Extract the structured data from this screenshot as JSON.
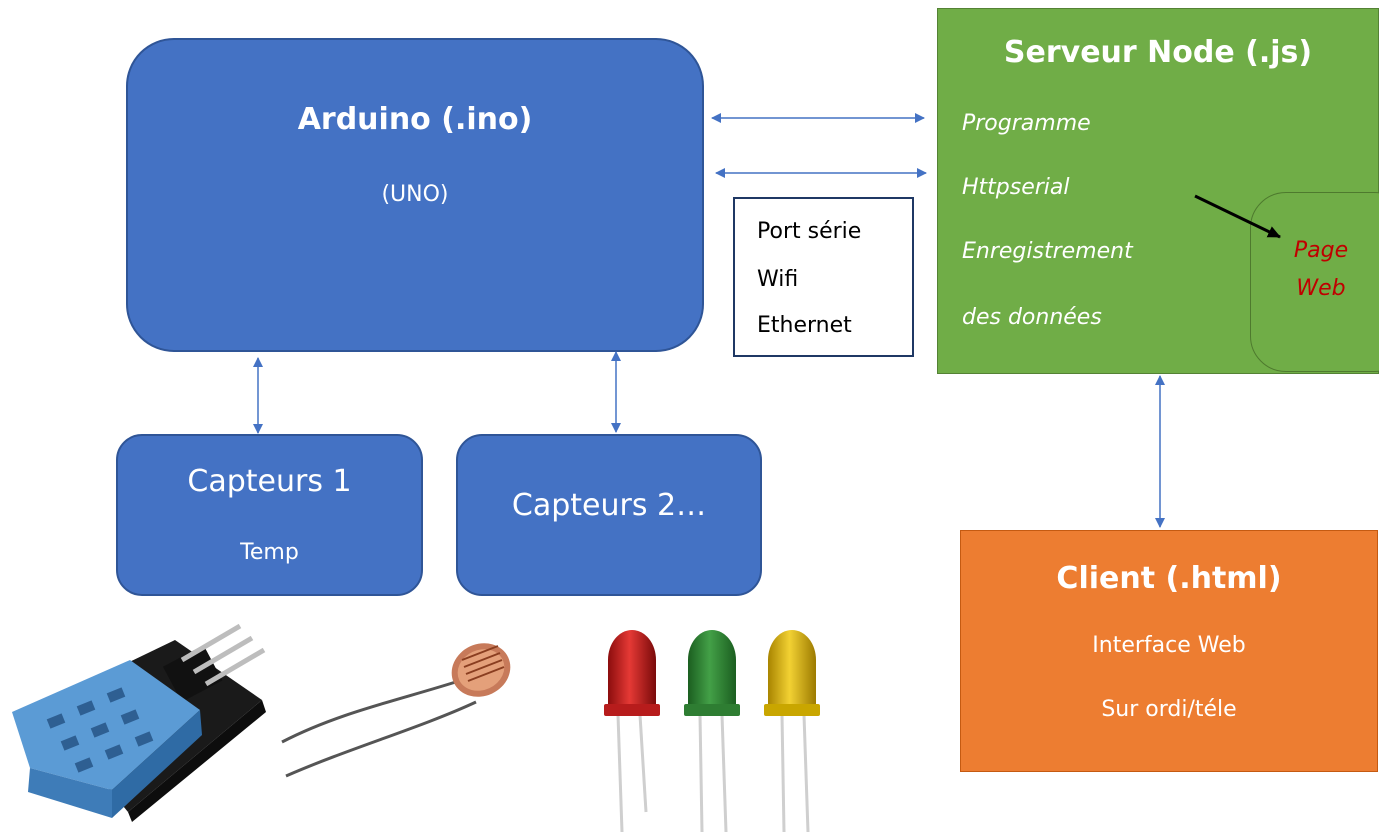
{
  "arduino": {
    "title": "Arduino (.ino)",
    "subtitle": "(UNO)"
  },
  "sensors": [
    {
      "title": "Capteurs 1",
      "subtitle": "Temp"
    },
    {
      "title": "Capteurs 2…"
    }
  ],
  "connection": {
    "lines": [
      "Port série",
      "Wifi",
      "Ethernet"
    ]
  },
  "server": {
    "title": "Serveur Node (.js)",
    "lines": [
      "Programme",
      "Httpserial",
      "Enregistrement",
      "des données"
    ],
    "page": {
      "line1": "Page",
      "line2": "Web"
    }
  },
  "client": {
    "title": "Client (.html)",
    "line1": "Interface Web",
    "line2": "Sur ordi/téle"
  },
  "colors": {
    "blue": "#4472C4",
    "green": "#70AD47",
    "orange": "#ED7D31",
    "arrow": "#4472C4",
    "page_text": "#C00000"
  },
  "icons": [
    "dht-sensor-icon",
    "photoresistor-icon",
    "led-red-icon",
    "led-green-icon",
    "led-yellow-icon"
  ]
}
